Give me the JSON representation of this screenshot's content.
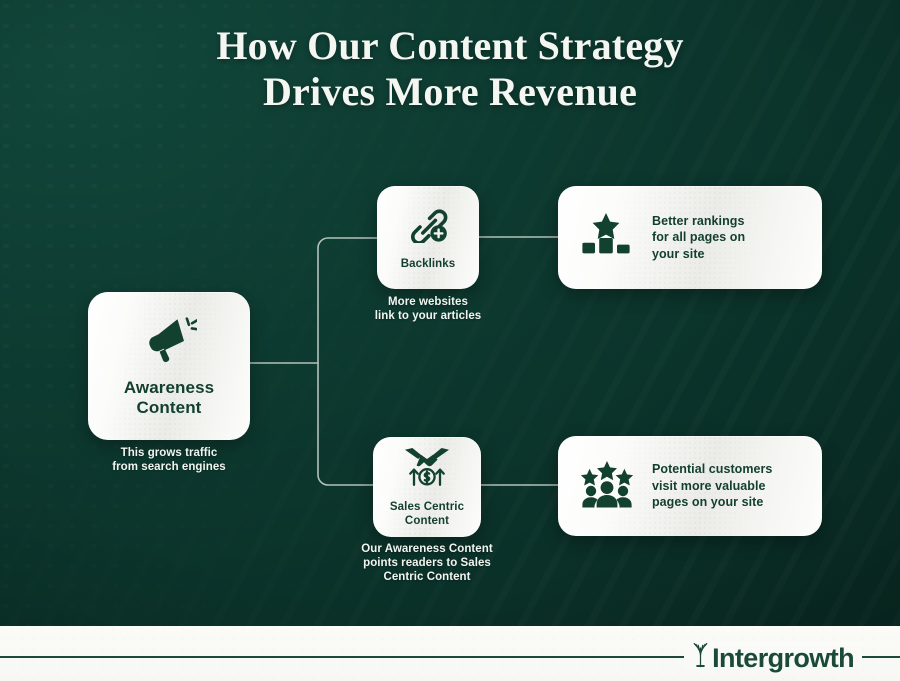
{
  "title": {
    "line1": "How Our Content Strategy",
    "line2": "Drives More Revenue"
  },
  "colors": {
    "background_dark_green": "#0c372e",
    "card_white": "#ffffff",
    "card_shade": "#ebebe7",
    "icon_green": "#123f2e",
    "text_light": "#f1f4ef",
    "footer_cream": "#fbfbf7",
    "brand_green": "#1b4a3a"
  },
  "cards": {
    "awareness": {
      "label_line1": "Awareness",
      "label_line2": "Content",
      "icon": "megaphone-icon",
      "caption_line1": "This grows traffic",
      "caption_line2": "from search engines"
    },
    "backlinks": {
      "label": "Backlinks",
      "icon": "chain-link-plus-icon",
      "caption_line1": "More websites",
      "caption_line2": "link to your articles"
    },
    "sales": {
      "label_line1": "Sales Centric",
      "label_line2": "Content",
      "icon": "handshake-dollar-growth-icon",
      "caption_line1": "Our Awareness Content",
      "caption_line2": "points readers to Sales",
      "caption_line3": "Centric Content"
    },
    "rankings": {
      "icon": "podium-star-icon",
      "text_line1": "Better rankings",
      "text_line2": "for all pages on",
      "text_line3": "your site"
    },
    "customers": {
      "icon": "people-stars-icon",
      "text_line1": "Potential customers",
      "text_line2": "visit more valuable",
      "text_line3": "pages on your site"
    }
  },
  "footer": {
    "brand_name": "Intergrowth",
    "brand_mark": "plant-fan-icon"
  }
}
